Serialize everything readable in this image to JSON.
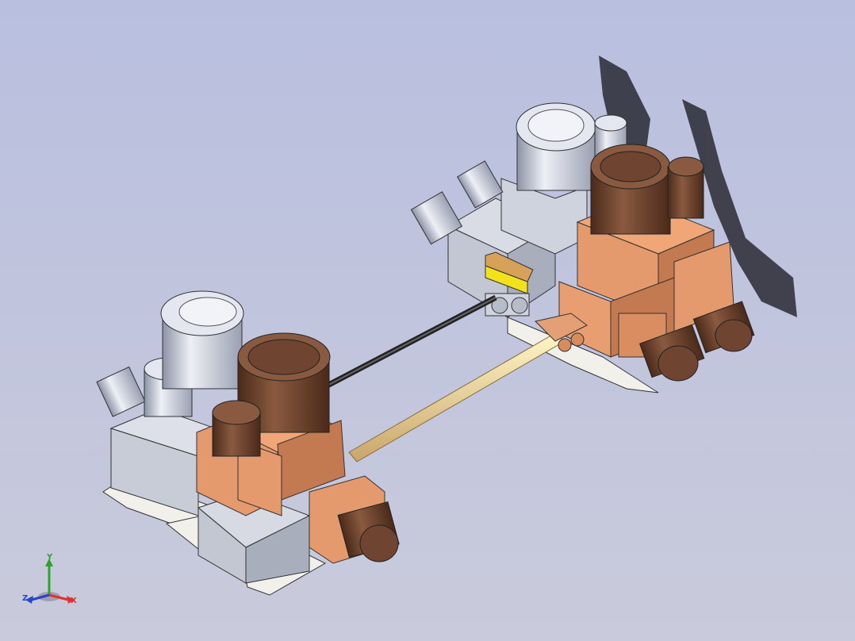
{
  "viewport": {
    "background_top": "#b9bfdf",
    "background_bottom": "#c9cbdc"
  },
  "palette": {
    "copper": "#e49a6c",
    "copper_dark": "#b56f47",
    "brown": "#7a4a32",
    "aluminum": "#cdd1dc",
    "aluminum_dark": "#9ea4b4",
    "highlight": "#f2e21c"
  },
  "triad": {
    "x_label": "X",
    "y_label": "Y",
    "z_label": "Z",
    "x_color": "#e03030",
    "y_color": "#2aa52a",
    "z_color": "#2646c8"
  }
}
